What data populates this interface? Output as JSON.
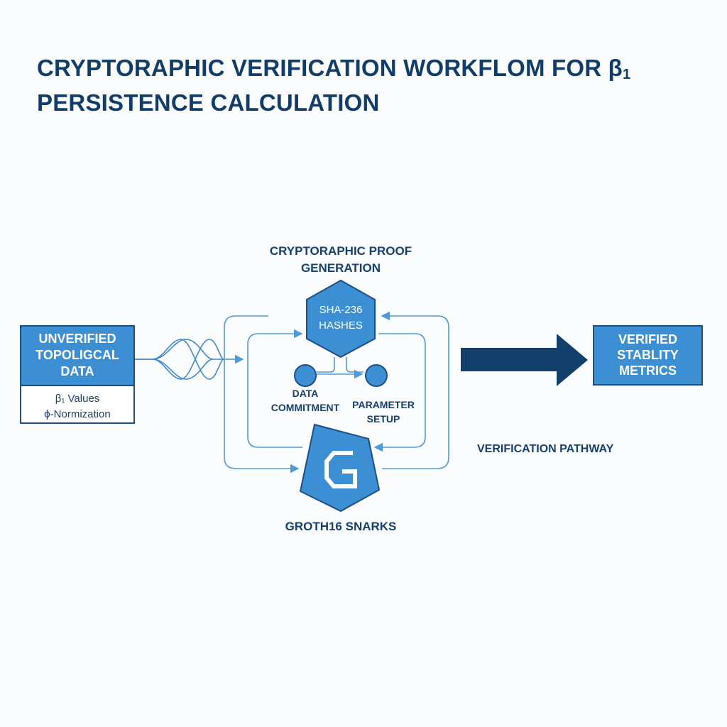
{
  "title": {
    "line1": "CRYPTORAPHIC VERIFICATION WORKFLOM FOR β",
    "line1_subscript": "1",
    "line2": "PERSISTENCE CALCULATION"
  },
  "input_box": {
    "heading_lines": [
      "UNVERIFIED",
      "TOPOLIGCAL",
      "DATA"
    ],
    "details": [
      "β₁ Values",
      "ϕ-Normization"
    ]
  },
  "proof_section": {
    "label_lines": [
      "CRYPTORAPHIC PROOF",
      "GENERATION"
    ],
    "hash_node": [
      "SHA-236",
      "HASHES"
    ],
    "commitment_node": [
      "DATA",
      "COMMITMENT"
    ],
    "parameter_node": [
      "PARAMETER",
      "SETUP"
    ],
    "snark_node": {
      "icon": "G",
      "label": "GROTH16 SNARKS"
    }
  },
  "output_box": {
    "lines": [
      "VERIFIED",
      "STABLITY",
      "METRICS"
    ]
  },
  "pathway_label": "VERIFICATION PATHWAY",
  "colors": {
    "node_fill": "#3d8fd4",
    "node_stroke": "#1d4f84",
    "connector": "#4f9ad8",
    "arrow": "#133f6d",
    "text": "#163f6b"
  }
}
